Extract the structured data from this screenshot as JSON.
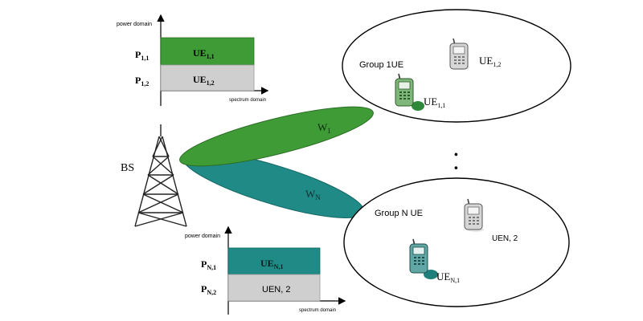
{
  "top_chart": {
    "y_axis_label": "power domain",
    "x_axis_label": "spectrum domain",
    "row1": {
      "label_main": "P",
      "label_sub": "1,1",
      "band_main": "UE",
      "band_sub": "1,1"
    },
    "row2": {
      "label_main": "P",
      "label_sub": "1,2",
      "band_main": "UE",
      "band_sub": "1,2"
    }
  },
  "bottom_chart": {
    "y_axis_label": "power domain",
    "x_axis_label": "spectrum domain",
    "row1": {
      "label_main": "P",
      "label_sub": "N,1",
      "band_main": "UE",
      "band_sub": "N,1"
    },
    "row2": {
      "label_main": "P",
      "label_sub": "N,2",
      "band_text": "UEN, 2"
    }
  },
  "station": {
    "label": "BS"
  },
  "beams": {
    "beam1": {
      "main": "W",
      "sub": "1"
    },
    "beamN": {
      "main": "W",
      "sub": "N"
    }
  },
  "group1": {
    "title": "Group 1UE",
    "ue_a": {
      "main": "UE",
      "sub": "1,2"
    },
    "ue_b": {
      "main": "UE",
      "sub": "1,1"
    }
  },
  "groupN": {
    "title": "Group N UE",
    "ue_a": {
      "text": "UEN, 2"
    },
    "ue_b": {
      "main": "UE",
      "sub": "N,1"
    }
  },
  "ellipsis_dots": "• • •",
  "colors": {
    "green": "#3e9b35",
    "teal": "#1f8a86",
    "grey": "#cfcfcf",
    "phone_grey": "#d6d6d6",
    "phone_green": "#7fb77a",
    "phone_teal": "#5fa6a4"
  }
}
